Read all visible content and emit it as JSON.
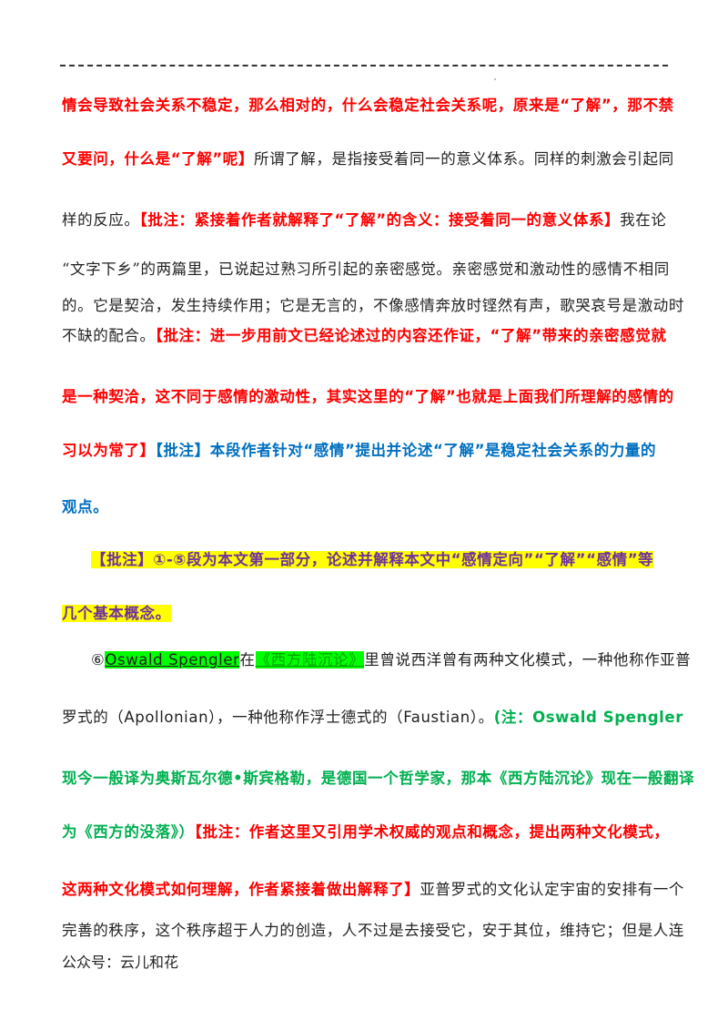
{
  "document": {
    "lines": [
      {
        "segments": [
          {
            "text": "情会导致社会关系不稳定，那么相对的，什么会稳定社会关系呢，原来是“了解”，那不禁",
            "style": "red-bold"
          }
        ]
      },
      {
        "segments": [
          {
            "text": "又要问，什么是“了解”呢】",
            "style": "red-bold"
          },
          {
            "text": "所谓了解，是指接受着同一的意义体系。同样的刺激会引起同",
            "style": "plain"
          }
        ]
      },
      {
        "segments": [
          {
            "text": "样的反应。",
            "style": "plain"
          },
          {
            "text": "【批注：紧接着作者就解释了“了解”的含义：接受着同一的意义体系】",
            "style": "red-bold"
          },
          {
            "text": "我在论",
            "style": "plain"
          }
        ]
      },
      {
        "segments": [
          {
            "text": "“文字下乡”的两篇里，已说起过熟习所引起的亲密感觉。亲密感觉和激动性的感情不相同",
            "style": "plain"
          }
        ]
      },
      {
        "segments": [
          {
            "text": "的。它是契洽，发生持续作用；它是无言的，不像感情奔放时铿然有声，歌哭哀号是激动时",
            "style": "plain"
          }
        ]
      },
      {
        "segments": [
          {
            "text": "不缺的配合。",
            "style": "plain"
          },
          {
            "text": "【批注：进一步用前文已经论述过的内容还作证，“了解”带来的亲密感觉就",
            "style": "red-bold"
          }
        ]
      },
      {
        "segments": [
          {
            "text": "是一种契洽，这不同于感情的激动性，其实这里的“了解”也就是上面我们所理解的感情的",
            "style": "red-bold"
          }
        ]
      },
      {
        "segments": [
          {
            "text": "习以为常了】",
            "style": "red-bold"
          },
          {
            "text": "【批注】本段作者针对“感情”提出并论述“了解”是稳定社会关系的力量的",
            "style": "blue-bold"
          }
        ]
      },
      {
        "segments": [
          {
            "text": "观点。",
            "style": "blue-bold"
          }
        ]
      },
      {
        "segments": [
          {
            "text": "【批注】①-⑤段为本文第一部分，论述并解释本文中“感情定向”“了解”“感情”等",
            "style": "purple-bold-yellow"
          }
        ]
      },
      {
        "segments": [
          {
            "text": "几个基本概念。",
            "style": "purple-bold-yellow"
          }
        ]
      },
      {
        "segments": [
          {
            "text": "⑥",
            "style": "plain"
          },
          {
            "text": "Oswald Spengler",
            "style": "green-highlight-latin"
          },
          {
            "text": "在",
            "style": "plain"
          },
          {
            "text": "《西方陆沉论》",
            "style": "green-highlight"
          },
          {
            "text": "里曾说西洋曾有两种文化模式，一种他称作亚普",
            "style": "plain"
          }
        ]
      },
      {
        "segments": [
          {
            "text": "罗式的（",
            "style": "plain"
          },
          {
            "text": "Apollonian",
            "style": "plain-latin"
          },
          {
            "text": "），一种他称作浮士德式的（",
            "style": "plain"
          },
          {
            "text": "Faustian",
            "style": "plain-latin"
          },
          {
            "text": "）。",
            "style": "plain"
          },
          {
            "text": "(注：Oswald Spengler",
            "style": "green-bold"
          }
        ]
      },
      {
        "segments": [
          {
            "text": "现今一般译为奥斯瓦尔德•斯宾格勒，是德国一个哲学家，那本《西方陆沉论》现在一般翻译",
            "style": "green-bold"
          }
        ]
      },
      {
        "segments": [
          {
            "text": "为《西方的没落》）",
            "style": "green-bold"
          },
          {
            "text": "【批注：作者这里又引用学术权威的观点和概念，提出两种文化模式，",
            "style": "red-bold"
          }
        ]
      },
      {
        "segments": [
          {
            "text": "这两种文化模式如何理解，作者紧接着做出解释了】",
            "style": "red-bold"
          },
          {
            "text": "亚普罗式的文化认定宇宙的安排有一个",
            "style": "plain"
          }
        ]
      },
      {
        "segments": [
          {
            "text": "完善的秩序，这个秩序超于人力的创造，人不过是去接受它，安于其位，维持它；但是人连",
            "style": "plain"
          }
        ]
      }
    ],
    "footer": "公众号：云儿和花"
  },
  "colors": {
    "annotation_red": "#ff0000",
    "annotation_blue": "#0070c0",
    "note_green": "#00b050",
    "summary_purple": "#7030a0",
    "highlight_yellow": "#ffff00",
    "highlight_green": "#00ff00"
  }
}
